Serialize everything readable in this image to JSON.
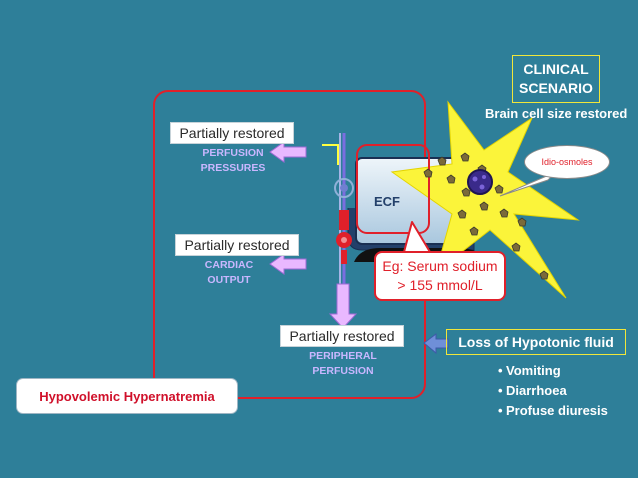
{
  "scenario": {
    "title_line1": "CLINICAL",
    "title_line2": "SCENARIO",
    "border_color": "#f0e63a"
  },
  "brain_caption": "Brain cell size restored",
  "idio_osmoles_label": "Idio-osmoles",
  "ecf_label": "ECF",
  "serum_sodium": {
    "line1": "Eg: Serum sodium",
    "line2": "> 155 mmol/L",
    "border_color": "#e0202a"
  },
  "perfusion": {
    "status": "Partially restored",
    "label_line1": "PERFUSION",
    "label_line2": "PRESSURES"
  },
  "cardiac": {
    "status": "Partially restored",
    "label_line1": "CARDIAC",
    "label_line2": "OUTPUT"
  },
  "peripheral": {
    "status": "Partially restored",
    "label_line1": "PERIPHERAL",
    "label_line2": "PERFUSION"
  },
  "loss": {
    "title": "Loss of Hypotonic fluid",
    "bullets": [
      "Vomiting",
      "Diarrhoea",
      "Profuse diuresis"
    ]
  },
  "condition": {
    "name": "Hypovolemic Hypernatremia",
    "color": "#d0102a"
  },
  "colors": {
    "background": "#2e7f99",
    "star": "#fbf43a",
    "arrow_fill": "#e9b8ff",
    "loss_arrow": "#6f8fd8",
    "outline_red": "#e0202a"
  },
  "icons": {
    "bullet": "•"
  }
}
